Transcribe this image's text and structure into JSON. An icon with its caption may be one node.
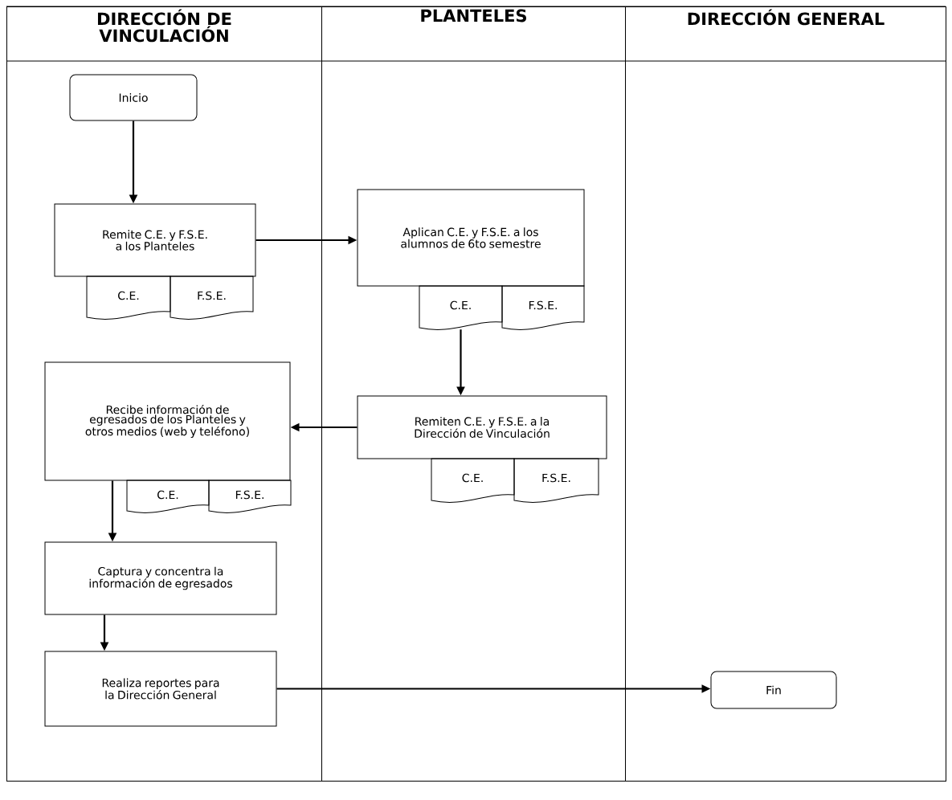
{
  "diagram": {
    "nodes": [
      {
        "text": [
          "DIRECCIÓN DE VINCULACIÓN"
        ]
      },
      {
        "text": [
          "PLANTELES"
        ]
      },
      {
        "text": [
          "DIRECCIÓN GENERAL"
        ]
      },
      {
        "text": [
          "Inicio"
        ],
        "in": 0
      },
      {
        "text": [
          "Remite C.E. y F.S.E. a los Planteles"
        ],
        "in": 0
      },
      {
        "text": [
          "C.E."
        ],
        "in": 0
      },
      {
        "text": [
          "F.S.E."
        ],
        "in": 0
      },
      {
        "text": [
          "Aplican C.E. y F.S.E. a los alumnos de 6to semestre"
        ],
        "in": 1
      },
      {
        "text": [
          "C.E."
        ],
        "in": 1
      },
      {
        "text": [
          "F.S.E."
        ],
        "in": 1
      },
      {
        "text": [
          "Remiten C.E. y F.S.E. a la Dirección de Vinculación"
        ],
        "in": 1
      },
      {
        "text": [
          "C.E."
        ],
        "in": 1
      },
      {
        "text": [
          "F.S.E."
        ],
        "in": 1
      },
      {
        "text": [
          "Recibe información de egresados de los Planteles y otros medios (web y teléfono)"
        ],
        "in": 0
      },
      {
        "text": [
          "C.E."
        ],
        "in": 0
      },
      {
        "text": [
          "F.S.E."
        ],
        "in": 0
      },
      {
        "text": [
          "Captura y concentra la información de egresados"
        ],
        "in": 0
      },
      {
        "text": [
          "Realiza reportes para la Dirección General"
        ],
        "in": 0
      },
      {
        "text": [
          "Fin"
        ],
        "in": 2
      }
    ],
    "edges": [
      {
        "from": 3,
        "to": 4,
        "arrow": "to"
      },
      {
        "from": 4,
        "to": 7,
        "arrow": "to"
      },
      {
        "from": 8,
        "to": 10,
        "arrow": "to"
      },
      {
        "from": 10,
        "to": 13,
        "arrow": "to"
      },
      {
        "from": 13,
        "to": 16,
        "arrow": "to"
      },
      {
        "from": 16,
        "to": 17,
        "arrow": "to"
      },
      {
        "from": 17,
        "to": 18,
        "arrow": "to"
      }
    ]
  }
}
